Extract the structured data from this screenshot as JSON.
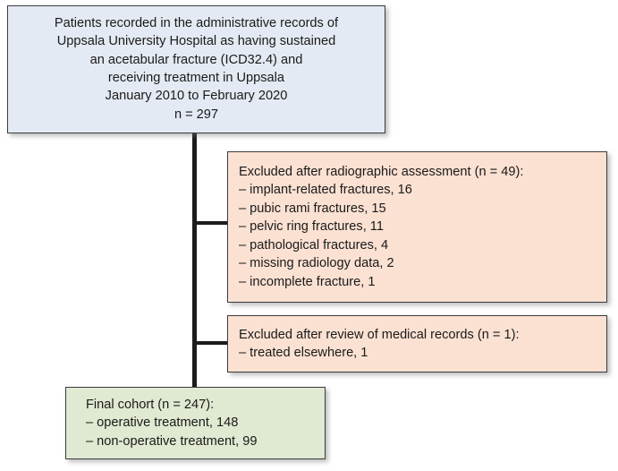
{
  "diagram": {
    "type": "patient-selection-flowchart",
    "colors": {
      "source_box_fill": "#e4eaf3",
      "excluded_box_fill": "#fbe1d2",
      "final_box_fill": "#e0e9d1",
      "border": "#3b3b3f",
      "connector": "#1c1c1e",
      "text": "#1a1a1a"
    },
    "nodes": {
      "source": {
        "text": "Patients recorded in the administrative records of\nUppsala University Hospital as having sustained\nan acetabular fracture (ICD32.4) and\nreceiving treatment in Uppsala\nJanuary 2010 to February 2020\nn = 297",
        "n": 297
      },
      "excluded_radiographic": {
        "text": "Excluded after radiographic assessment (n = 49):\n– implant-related fractures, 16\n– pubic rami fractures, 15\n– pelvic ring fractures, 11\n– pathological fractures, 4\n– missing radiology data, 2\n– incomplete fracture, 1",
        "n": 49,
        "reasons": [
          {
            "label": "implant-related fractures",
            "count": 16
          },
          {
            "label": "pubic rami fractures",
            "count": 15
          },
          {
            "label": "pelvic ring fractures",
            "count": 11
          },
          {
            "label": "pathological fractures",
            "count": 4
          },
          {
            "label": "missing radiology data",
            "count": 2
          },
          {
            "label": "incomplete fracture",
            "count": 1
          }
        ]
      },
      "excluded_medical_records": {
        "text": "Excluded after review of medical records (n = 1):\n– treated elsewhere, 1",
        "n": 1,
        "reasons": [
          {
            "label": "treated elsewhere",
            "count": 1
          }
        ]
      },
      "final_cohort": {
        "text": "Final cohort (n = 247):\n– operative treatment, 148\n– non-operative treatment, 99",
        "n": 247,
        "groups": [
          {
            "label": "operative treatment",
            "count": 148
          },
          {
            "label": "non-operative treatment",
            "count": 99
          }
        ]
      }
    }
  }
}
